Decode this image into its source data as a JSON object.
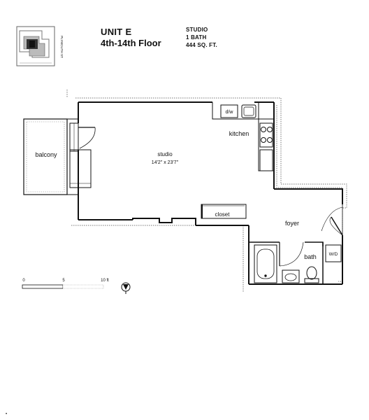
{
  "header": {
    "unit": "UNIT E",
    "floors": "4th-14th Floor",
    "type": "STUDIO",
    "bath": "1 BATH",
    "area": "444 SQ. FT."
  },
  "keyplan": {
    "label": "PLYMOUTH ST"
  },
  "rooms": {
    "balcony": "balcony",
    "studio": "studio",
    "studio_dims": "14'2\" x 23'7\"",
    "kitchen": "kitchen",
    "dishwasher": "d/w",
    "closet": "closet",
    "foyer": "foyer",
    "bath": "bath",
    "washer_dryer": "W/D"
  },
  "scale": {
    "zero": "0",
    "five": "5",
    "ten": "10 ft"
  },
  "footer": {
    "mark": "•"
  }
}
